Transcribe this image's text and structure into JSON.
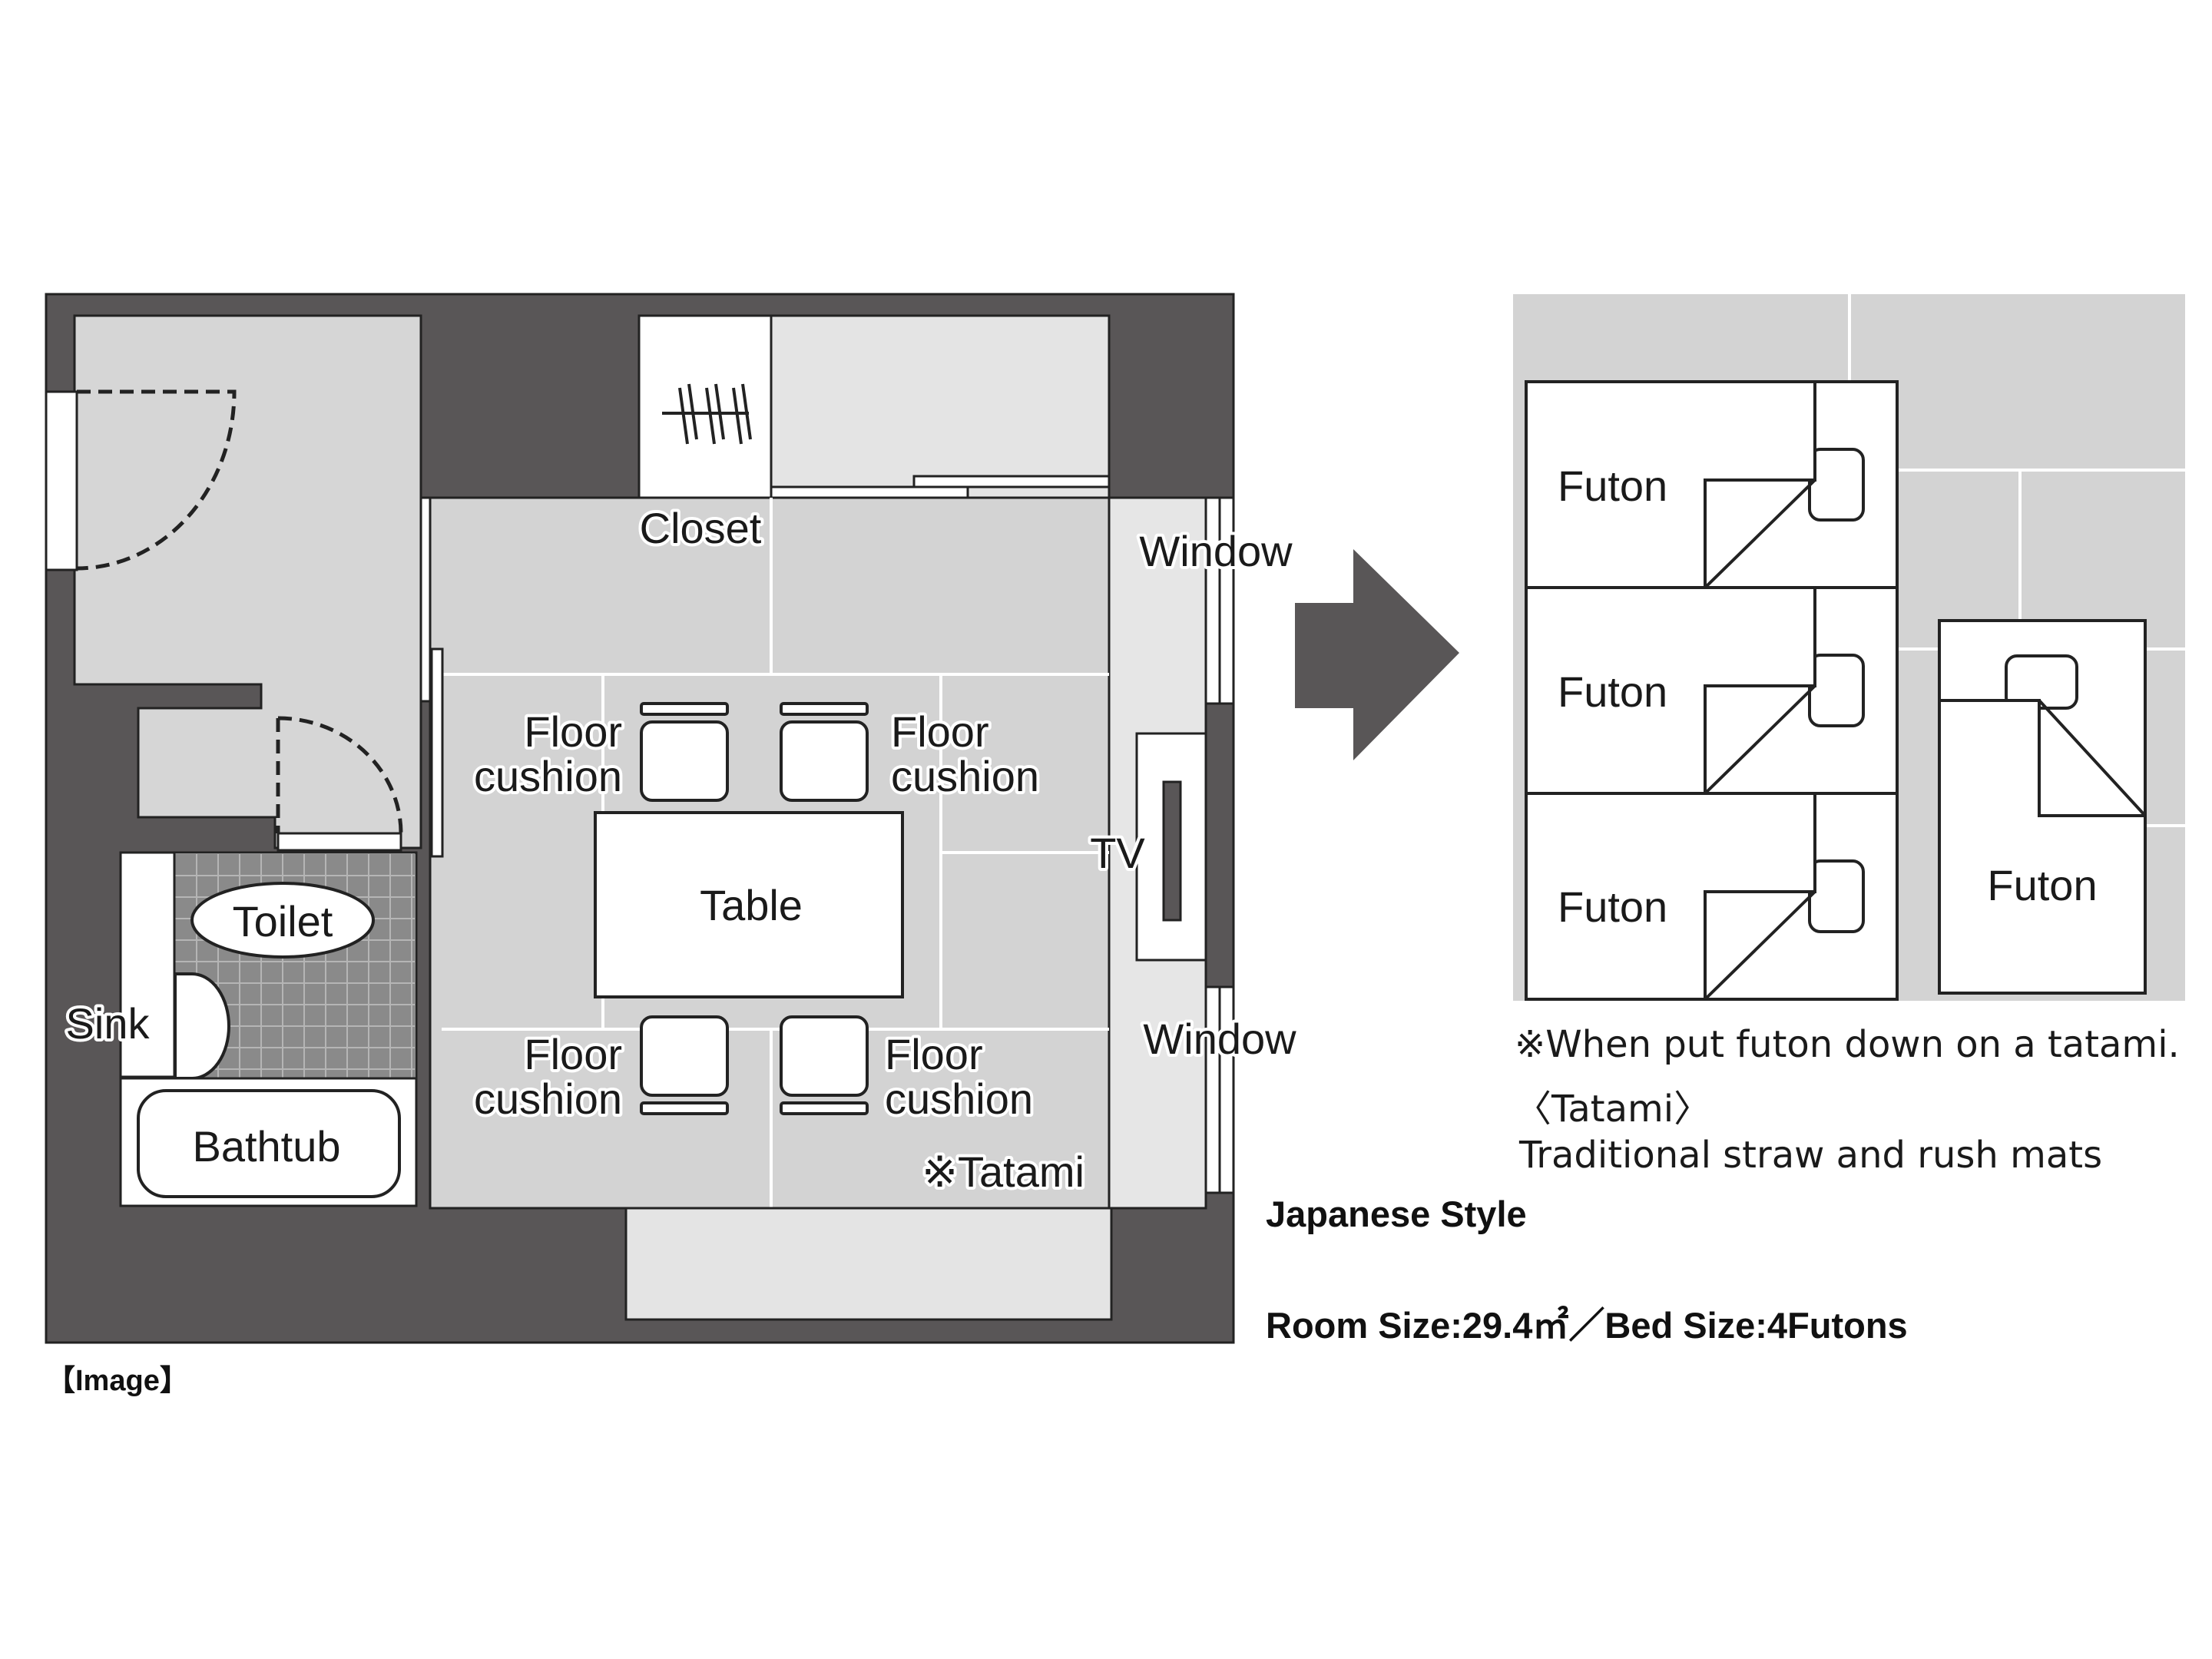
{
  "floor_plan": {
    "labels": {
      "closet": "Closet",
      "window_top": "Window",
      "window_bottom": "Window",
      "tv": "TV",
      "table": "Table",
      "toilet": "Toilet",
      "sink": "Sink",
      "bathtub": "Bathtub",
      "tatami": "※Tatami",
      "cushion_line1": "Floor",
      "cushion_line2": "cushion"
    },
    "image_caption": "【Image】"
  },
  "futon_layout": {
    "futon_label": "Futon",
    "note": "※When put futon down on a tatami.",
    "tatami_heading": "〈Tatami〉",
    "tatami_description": "Traditional straw and rush mats"
  },
  "room_info": {
    "style": "Japanese Style",
    "size_line": "Room Size:29.4㎡／Bed Size:4Futons"
  },
  "colors": {
    "wall": "#595657",
    "floor": "#d3d3d3",
    "light_floor": "#e6e6e6",
    "tile_area": "#8a8a8a",
    "arrow": "#595657"
  }
}
